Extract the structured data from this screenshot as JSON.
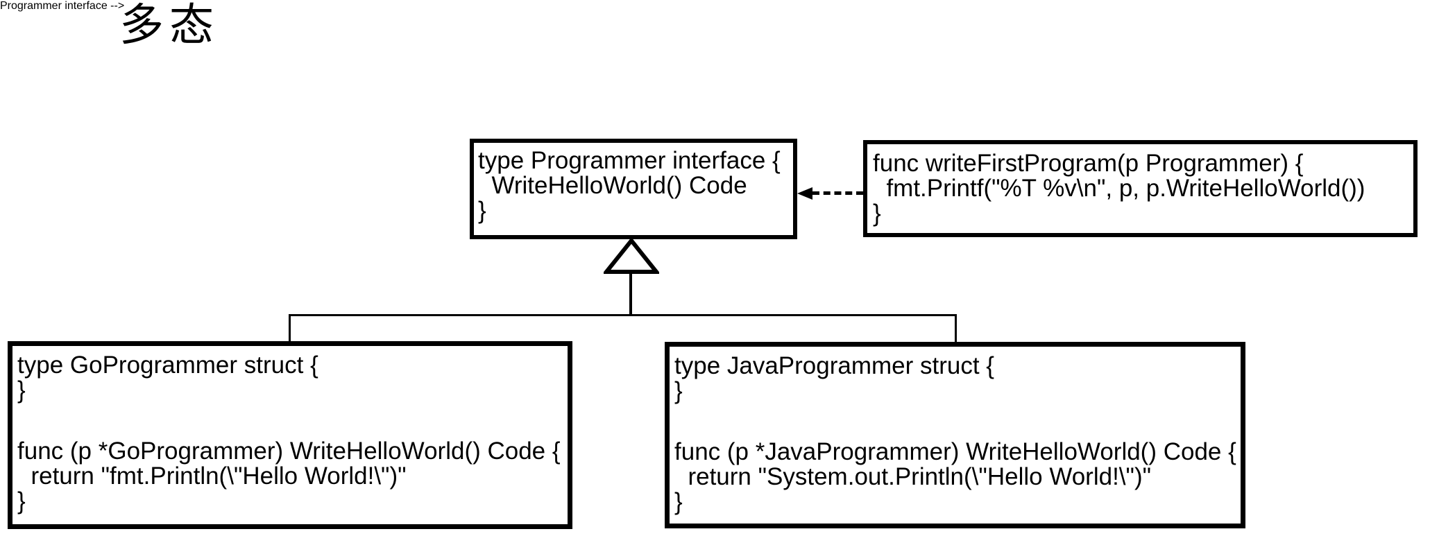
{
  "title": "多态",
  "colors": {
    "ink": "#000000",
    "background": "#ffffff"
  },
  "boxes": {
    "programmer_interface": {
      "code": "type Programmer interface {\n  WriteHelloWorld() Code\n}"
    },
    "write_first_program": {
      "code": "func writeFirstProgram(p Programmer) {\n  fmt.Printf(\"%T %v\\n\", p, p.WriteHelloWorld())\n}"
    },
    "go_programmer": {
      "struct_code": "type GoProgrammer struct {\n}",
      "method_code": "func (p *GoProgrammer) WriteHelloWorld() Code {\n  return \"fmt.Println(\\\"Hello World!\\\")\"\n}"
    },
    "java_programmer": {
      "struct_code": "type JavaProgrammer struct {\n}",
      "method_code": "func (p *JavaProgrammer) WriteHelloWorld() Code {\n  return \"System.out.Println(\\\"Hello World!\\\")\"\n}"
    }
  }
}
